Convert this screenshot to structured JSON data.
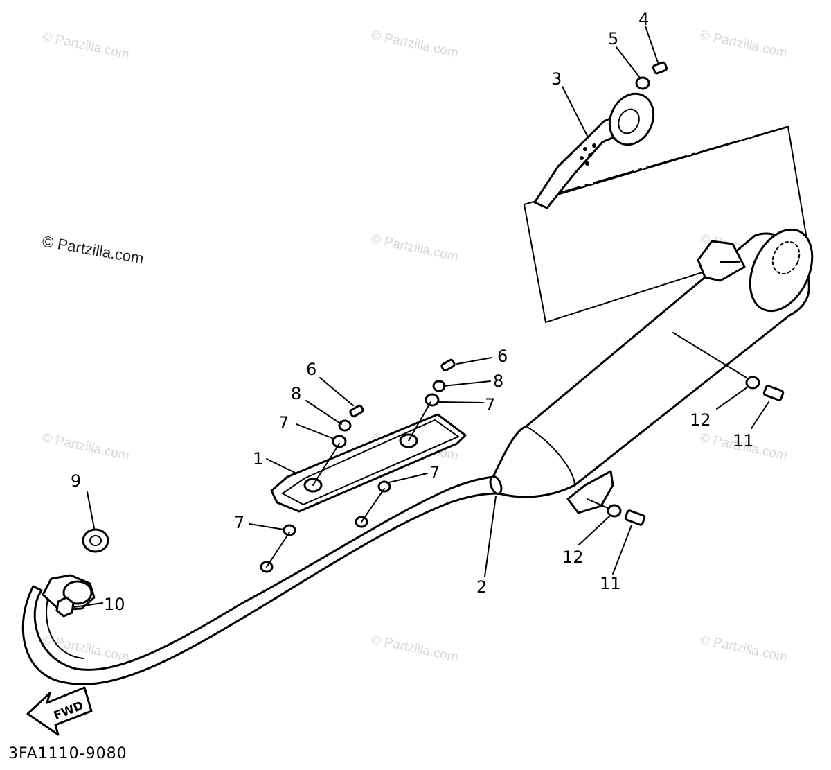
{
  "watermark": {
    "text": "© Partzilla.com"
  },
  "callouts": {
    "c1": "1",
    "c2": "2",
    "c3": "3",
    "c4": "4",
    "c5": "5",
    "c6a": "6",
    "c6b": "6",
    "c7a": "7",
    "c7b": "7",
    "c7c": "7",
    "c7d": "7",
    "c8a": "8",
    "c8b": "8",
    "c9": "9",
    "c10": "10",
    "c11a": "11",
    "c11b": "11",
    "c12a": "12",
    "c12b": "12"
  },
  "direction_label": "FWD",
  "diagram_code": "3FA1110-9080"
}
